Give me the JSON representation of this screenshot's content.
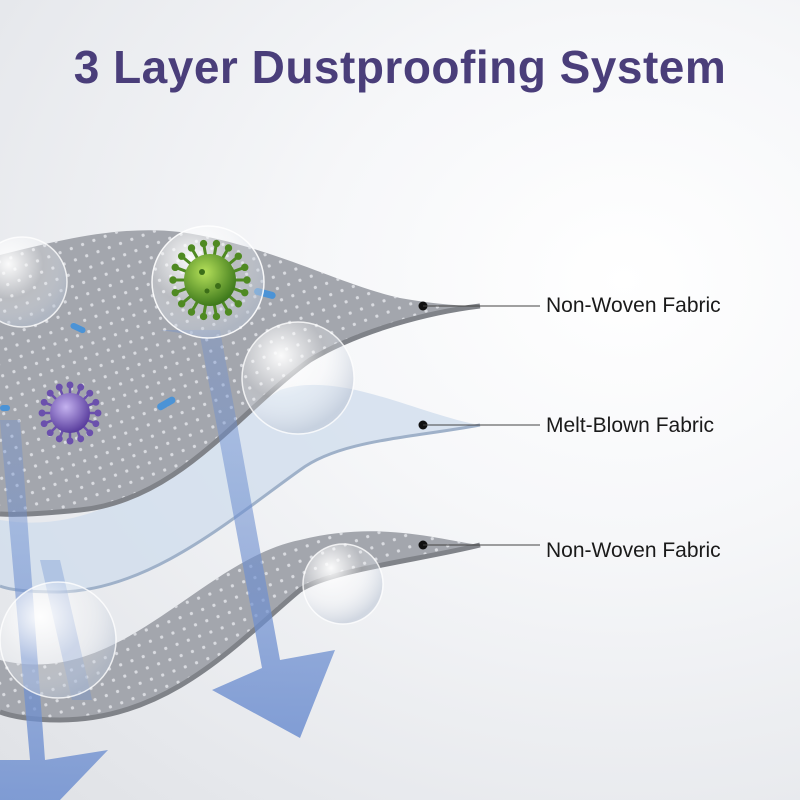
{
  "title": "3 Layer Dustproofing System",
  "layers": [
    {
      "label": "Non-Woven Fabric"
    },
    {
      "label": "Melt-Blown Fabric"
    },
    {
      "label": "Non-Woven Fabric"
    }
  ],
  "colors": {
    "title": "#4a3e7a",
    "fabric": "#a3a6ad",
    "fabric_edge": "#808389",
    "meltblown": "#cfdcec",
    "arrow": "#6e8fd0",
    "germ_green": "#6a9a2e",
    "germ_purple": "#7d62b8"
  },
  "icons": [
    "green-germ-icon",
    "purple-germ-icon",
    "water-bubble-icon",
    "arrow-icon"
  ]
}
